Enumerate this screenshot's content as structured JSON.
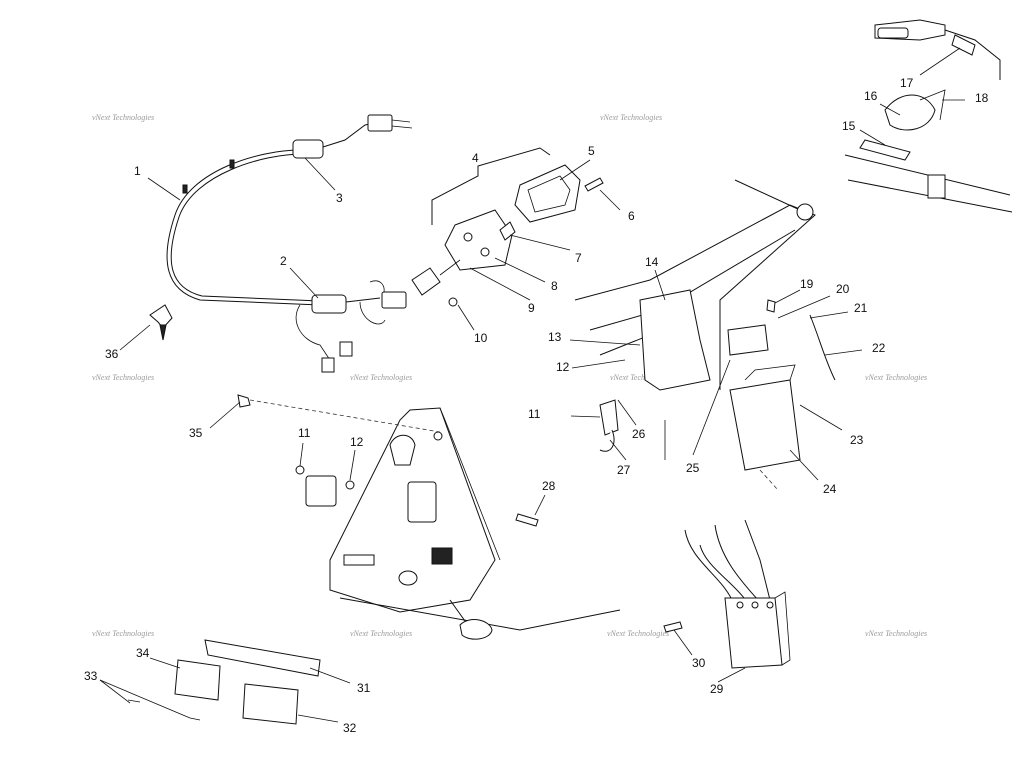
{
  "watermark": "vNext Technologies",
  "callouts": [
    "1",
    "2",
    "3",
    "4",
    "5",
    "6",
    "7",
    "8",
    "9",
    "10",
    "11",
    "12",
    "13",
    "14",
    "15",
    "16",
    "17",
    "18",
    "19",
    "20",
    "21",
    "22",
    "23",
    "24",
    "25",
    "26",
    "27",
    "28",
    "29",
    "30",
    "31",
    "32",
    "33",
    "34",
    "35",
    "36"
  ]
}
